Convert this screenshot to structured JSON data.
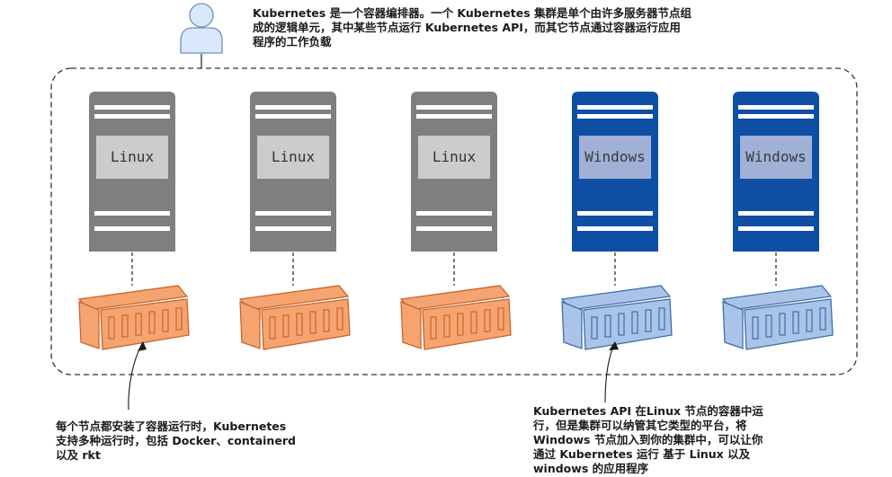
{
  "colors": {
    "linux_server": "#7f7f7f",
    "linux_panel": "#cccccc",
    "windows_server": "#0e4fa3",
    "windows_panel": "#a0b0d6",
    "orange_container": "#f5a470",
    "orange_stroke": "#c8652d",
    "blue_container": "#a9c4e8",
    "blue_stroke": "#3f6fa8",
    "cluster_border": "#333333",
    "user_fill": "#dae8fc",
    "user_stroke": "#6c8ebf"
  },
  "icons": [
    "user-icon",
    "server-icon",
    "container-icon"
  ],
  "notes": {
    "top": [
      "Kubernetes 是一个容器编排器。一个 Kubernetes 集群是单个由许多服务器节点组",
      "成的逻辑单元，其中某些节点运行 Kubernetes API，而其它节点通过容器运行应用",
      "程序的工作负载"
    ],
    "bottom_left": [
      "每个节点都安装了容器运行时，Kubernetes",
      "支持多种运行时，包括 Docker、containerd",
      "以及 rkt"
    ],
    "bottom_right": [
      "Kubernetes API 在Linux 节点的容器中运",
      "行，但是集群可以纳管其它类型的平台，将",
      "Windows 节点加入到你的集群中，可以让你",
      "通过  Kubernetes 运行 基于 Linux    以及",
      "windows 的应用程序"
    ]
  },
  "nodes": [
    {
      "os": "Linux",
      "kind": "linux"
    },
    {
      "os": "Linux",
      "kind": "linux"
    },
    {
      "os": "Linux",
      "kind": "linux"
    },
    {
      "os": "Windows",
      "kind": "windows"
    },
    {
      "os": "Windows",
      "kind": "windows"
    }
  ]
}
